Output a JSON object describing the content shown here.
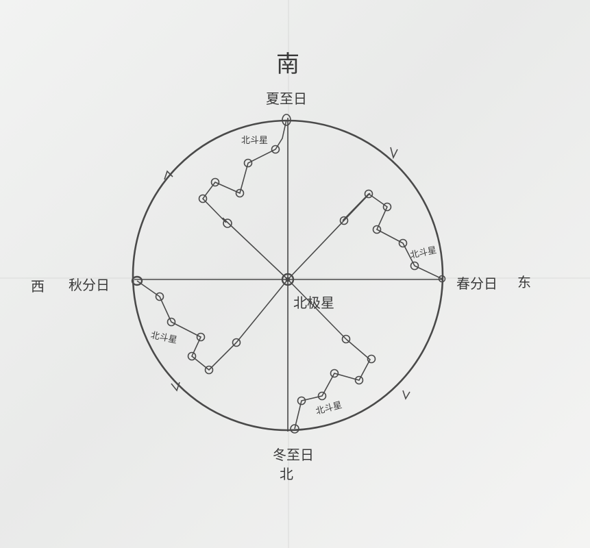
{
  "directions": {
    "south": "南",
    "north": "北",
    "east": "东",
    "west": "西"
  },
  "seasons": {
    "summer": "夏至日",
    "winter": "冬至日",
    "spring": "春分日",
    "autumn": "秋分日"
  },
  "pole_star": "北极星",
  "big_dipper": "北斗星",
  "colors": {
    "ink": "#4a4a4a",
    "paper": "#efefee"
  }
}
